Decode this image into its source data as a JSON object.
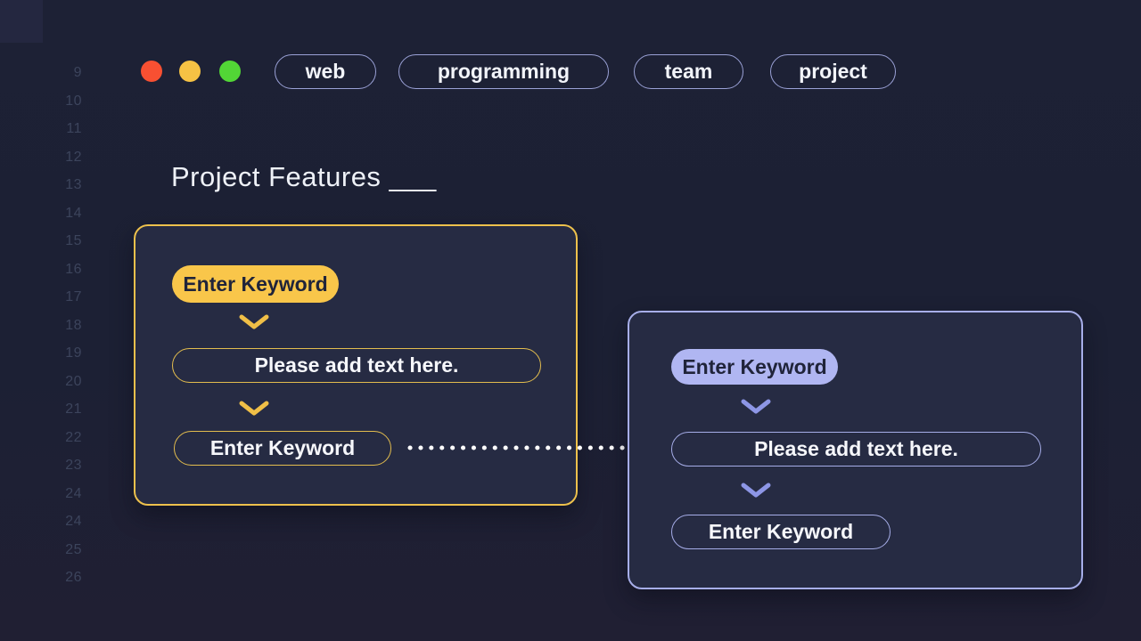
{
  "window": {
    "controls": [
      {
        "name": "close",
        "color": "#f85032"
      },
      {
        "name": "minimize",
        "color": "#f6c244"
      },
      {
        "name": "zoom",
        "color": "#52d636"
      }
    ]
  },
  "gutter": {
    "line_numbers": [
      "9",
      "10",
      "11",
      "12",
      "13",
      "14",
      "15",
      "16",
      "17",
      "18",
      "19",
      "20",
      "21",
      "22",
      "23",
      "24",
      "24",
      "25",
      "26"
    ]
  },
  "tags": [
    {
      "label": "web"
    },
    {
      "label": "programming"
    },
    {
      "label": "team"
    },
    {
      "label": "project"
    }
  ],
  "main": {
    "title": "Project Features ___"
  },
  "cards": {
    "left": {
      "accent": "#f6c44a",
      "nodes": [
        {
          "style": "filled",
          "label": "Enter Keyword"
        },
        {
          "style": "outlined",
          "label": "Please add text here."
        },
        {
          "style": "outlined",
          "label": "Enter Keyword"
        }
      ]
    },
    "right": {
      "accent": "#aab3f0",
      "nodes": [
        {
          "style": "filled",
          "label": "Enter Keyword"
        },
        {
          "style": "outlined",
          "label": "Please add text here."
        },
        {
          "style": "outlined",
          "label": "Enter Keyword"
        }
      ]
    }
  },
  "icons": {
    "chevron_down": "chevron-down",
    "dotted_arrow": "dotted-arrow-right"
  },
  "colors": {
    "background": "#1c2034",
    "card_background": "#262b43",
    "accent_yellow": "#f6c44a",
    "accent_lavender": "#aab3f0",
    "text_light": "#f2f4fa",
    "text_dark": "#20243a",
    "line_number": "#3c445c",
    "tag_border": "#9aa1d6"
  }
}
